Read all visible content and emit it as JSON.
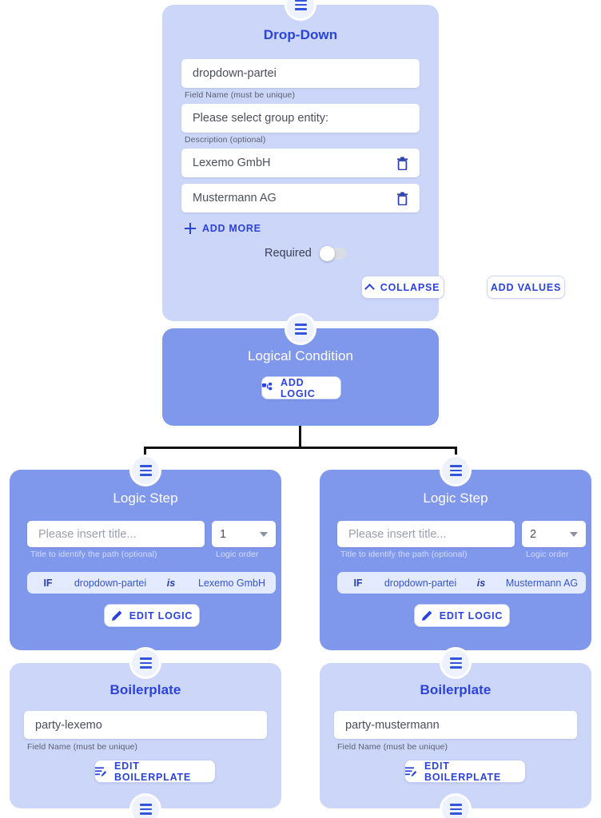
{
  "dropdown_card": {
    "title": "Drop-Down",
    "field_name_value": "dropdown-partei",
    "field_name_helper": "Field Name (must be unique)",
    "description_value": "Please select group entity:",
    "description_helper": "Description (optional)",
    "options": [
      {
        "value": "Lexemo GmbH",
        "delete_icon": "trash-icon"
      },
      {
        "value": "Mustermann AG",
        "delete_icon": "trash-icon"
      }
    ],
    "add_more_label": "ADD MORE",
    "add_more_icon": "plus-icon",
    "required_label": "Required",
    "required_on": false,
    "collapse_label": "COLLAPSE",
    "collapse_icon": "chevron-up-icon",
    "add_values_label": "ADD VALUES"
  },
  "logical_condition_card": {
    "title": "Logical Condition",
    "add_logic_label": "ADD LOGIC",
    "add_logic_icon": "schema-icon"
  },
  "logic_steps": [
    {
      "title": "Logic Step",
      "title_placeholder": "Please insert title...",
      "title_value": "",
      "title_helper": "Title to identify the path (optional)",
      "order_value": "1",
      "order_helper": "Logic order",
      "order_icon": "chevron-down-icon",
      "condition": {
        "if": "IF",
        "field": "dropdown-partei",
        "operator": "is",
        "value": "Lexemo GmbH"
      },
      "edit_logic_label": "EDIT LOGIC",
      "edit_logic_icon": "pencil-icon"
    },
    {
      "title": "Logic Step",
      "title_placeholder": "Please insert title...",
      "title_value": "",
      "title_helper": "Title to identify the path (optional)",
      "order_value": "2",
      "order_helper": "Logic order",
      "order_icon": "chevron-down-icon",
      "condition": {
        "if": "IF",
        "field": "dropdown-partei",
        "operator": "is",
        "value": "Mustermann AG"
      },
      "edit_logic_label": "EDIT LOGIC",
      "edit_logic_icon": "pencil-icon"
    }
  ],
  "boilerplates": [
    {
      "title": "Boilerplate",
      "field_name_value": "party-lexemo",
      "field_name_helper": "Field Name (must be unique)",
      "edit_label": "EDIT BOILERPLATE",
      "edit_icon": "list-pencil-icon"
    },
    {
      "title": "Boilerplate",
      "field_name_value": "party-mustermann",
      "field_name_helper": "Field Name (must be unique)",
      "edit_label": "EDIT BOILERPLATE",
      "edit_icon": "list-pencil-icon"
    }
  ],
  "handles": {
    "icon": "drag-handle-icon",
    "label": "drag-handle"
  },
  "colors": {
    "card_light": "#ccd6f9",
    "card_solid": "#8098ec",
    "accent_blue": "#2b43db",
    "condition_pill": "#e4eaff",
    "connector": "#111111"
  }
}
